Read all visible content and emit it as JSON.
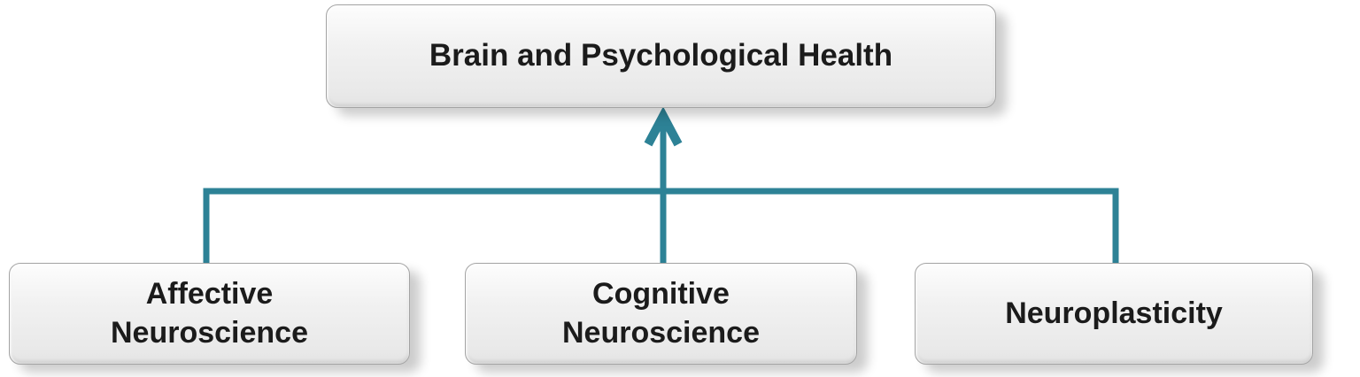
{
  "diagram": {
    "root": {
      "label": "Brain and Psychological Health"
    },
    "children": [
      {
        "label": "Affective\nNeuroscience"
      },
      {
        "label": "Cognitive\nNeuroscience"
      },
      {
        "label": "Neuroplasticity"
      }
    ],
    "connector": {
      "color": "#2D8296",
      "arrow_direction": "up"
    },
    "colors": {
      "background": "#ffffff",
      "box_fill_top": "#fdfdfd",
      "box_fill_bottom": "#e4e4e4",
      "box_border": "#a3a3a3",
      "text": "#1b1b1b"
    }
  }
}
